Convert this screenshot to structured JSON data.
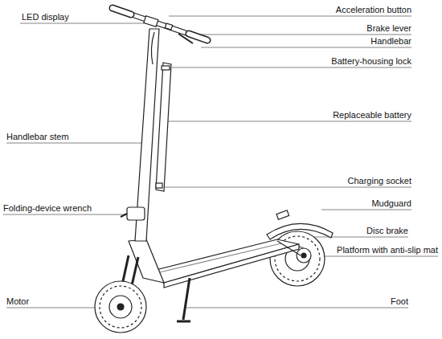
{
  "diagram": {
    "labels": [
      "Acceleration button",
      "LED display",
      "Brake lever",
      "Handlebar",
      "Battery-housing lock",
      "Replaceable battery",
      "Handlebar stem",
      "Charging socket",
      "Mudguard",
      "Folding-device wrench",
      "Disc brake",
      "Platform with anti-slip mat",
      "Motor",
      "Foot"
    ]
  }
}
